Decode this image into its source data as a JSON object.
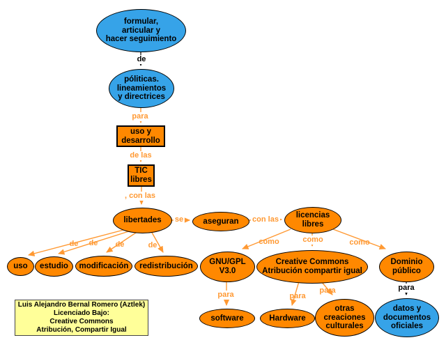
{
  "nodes": {
    "formular": {
      "label": "formular,\narticular y\nhacer seguimiento"
    },
    "politicas": {
      "label": "póliticas.\nlineamientos\ny directrices"
    },
    "uso_desarrollo": {
      "label": "uso y\ndesarrollo"
    },
    "tic_libres": {
      "label": "TIC\nlibres"
    },
    "libertades": {
      "label": "libertades"
    },
    "aseguran": {
      "label": "aseguran"
    },
    "licencias_libres": {
      "label": "licencias\nlibres"
    },
    "uso": {
      "label": "uso"
    },
    "estudio": {
      "label": "estudio"
    },
    "modificacion": {
      "label": "modificación"
    },
    "redistribucion": {
      "label": "redistribución"
    },
    "gnu_gpl": {
      "label": "GNU/GPL\nV3.0"
    },
    "creative_commons": {
      "label": "Creative Commons\nAtribución compartir igual"
    },
    "dominio_publico": {
      "label": "Dominio\npúblico"
    },
    "software": {
      "label": "software"
    },
    "hardware": {
      "label": "Hardware"
    },
    "otras_creaciones": {
      "label": "otras\ncreaciones\nculturales"
    },
    "datos_documentos": {
      "label": "datos y\ndocumentos\noficiales"
    }
  },
  "edge_labels": {
    "de_politicas": "de",
    "para_uso_desarrollo": "para",
    "de_las_tic": "de las",
    "con_las_libertades": ", con las",
    "se": "se",
    "con_las_licencias": "con las",
    "de_uso": "de",
    "de_estudio": "de",
    "de_modificacion": "de",
    "de_redistribucion": "de",
    "como_gnu": "como",
    "como_cc": "como",
    "como_dominio": "como",
    "para_software": "para",
    "para_hardware": "para",
    "para_otras": "para",
    "para_datos": "para"
  },
  "credit": {
    "line1": "Luis Alejandro Bernal Romero (Aztlek)",
    "line2": "Licenciado Bajo:",
    "line3": "Creative Commons",
    "line4": "Atribución, Compartir Igual"
  },
  "colors": {
    "node_blue": "#36a3e8",
    "node_orange": "#ff8800",
    "edge_orange": "#ff9933",
    "edge_black": "#000000",
    "credit_bg": "#ffff99"
  }
}
